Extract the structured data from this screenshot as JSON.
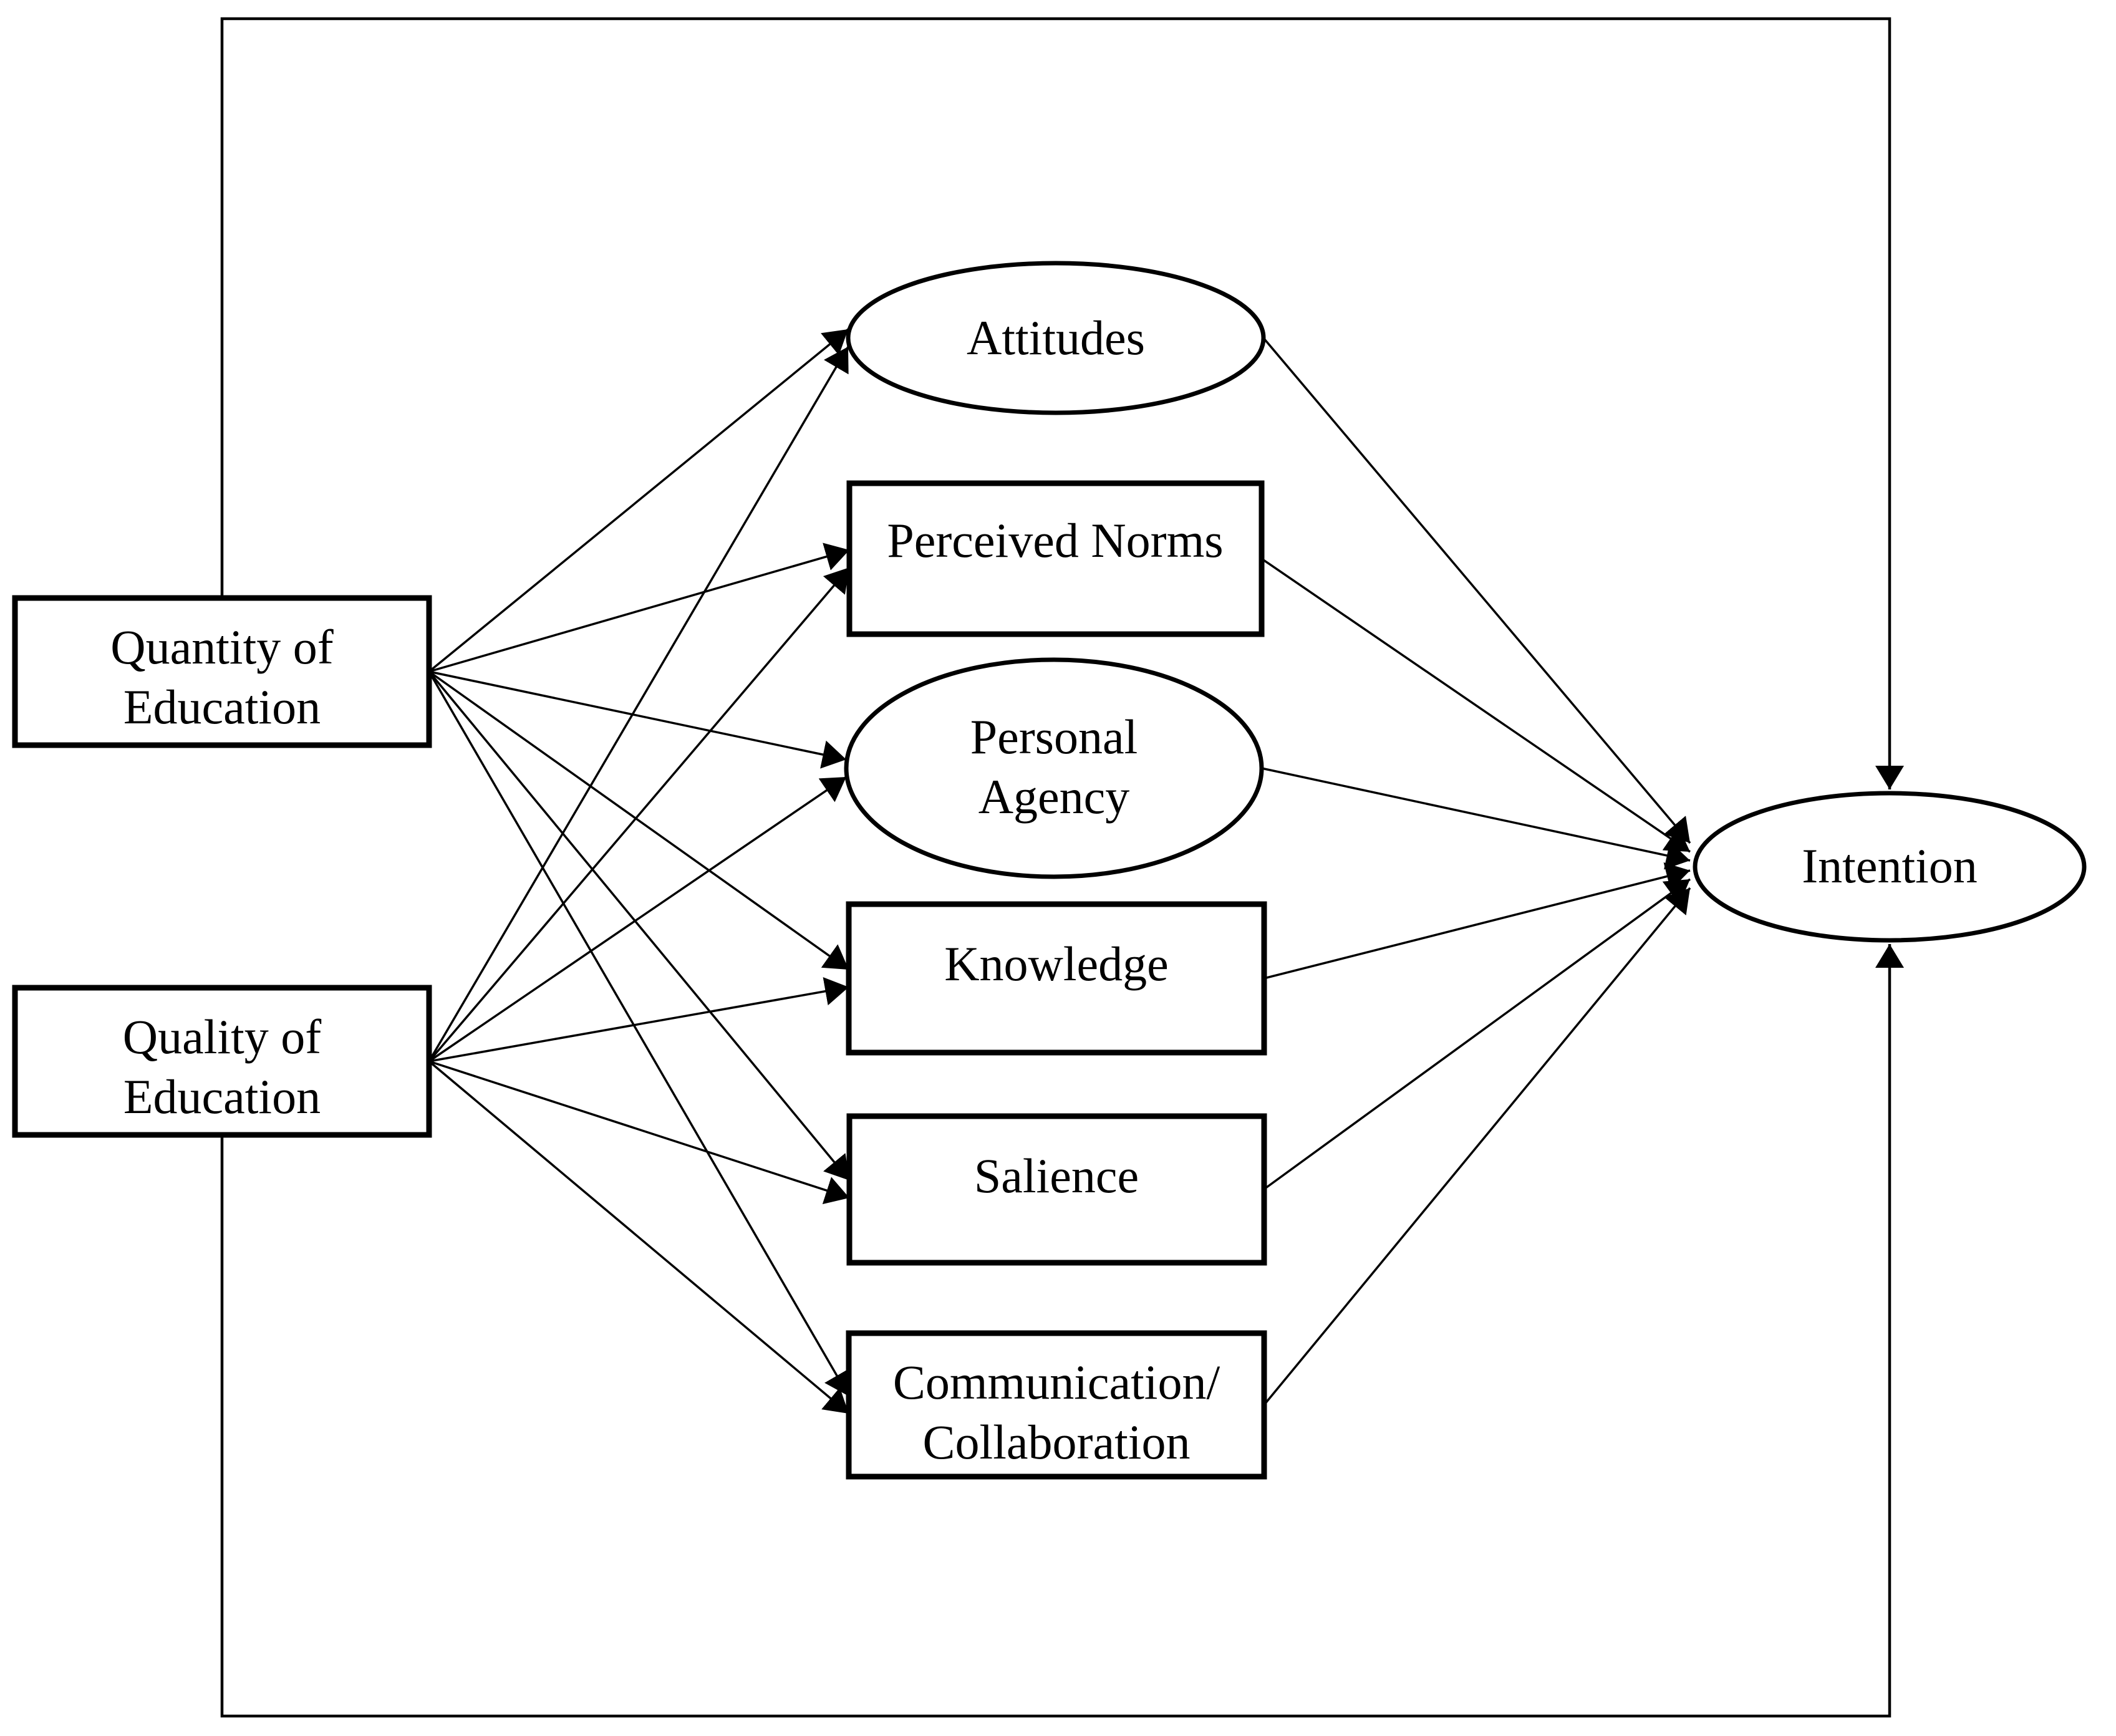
{
  "diagram": {
    "type": "path-model",
    "colors": {
      "ink": "#000000",
      "background": "#ffffff"
    },
    "nodes": {
      "quantity_of_education": {
        "shape": "rectangle",
        "label": "Quantity of Education",
        "lines": [
          "Quantity of",
          "Education"
        ]
      },
      "quality_of_education": {
        "shape": "rectangle",
        "label": "Quality of Education",
        "lines": [
          "Quality of",
          "Education"
        ]
      },
      "attitudes": {
        "shape": "ellipse",
        "label": "Attitudes",
        "lines": [
          "Attitudes"
        ]
      },
      "perceived_norms": {
        "shape": "rectangle",
        "label": "Perceived Norms",
        "lines": [
          "Perceived Norms"
        ]
      },
      "personal_agency": {
        "shape": "ellipse",
        "label": "Personal Agency",
        "lines": [
          "Personal",
          "Agency"
        ]
      },
      "knowledge": {
        "shape": "rectangle",
        "label": "Knowledge",
        "lines": [
          "Knowledge"
        ]
      },
      "salience": {
        "shape": "rectangle",
        "label": "Salience",
        "lines": [
          "Salience"
        ]
      },
      "communication_collaboration": {
        "shape": "rectangle",
        "label": "Communication/Collaboration",
        "lines": [
          "Communication/",
          "Collaboration"
        ]
      },
      "intention": {
        "shape": "ellipse",
        "label": "Intention",
        "lines": [
          "Intention"
        ]
      }
    },
    "edges": [
      {
        "from": "quantity_of_education",
        "to": "attitudes"
      },
      {
        "from": "quantity_of_education",
        "to": "perceived_norms"
      },
      {
        "from": "quantity_of_education",
        "to": "personal_agency"
      },
      {
        "from": "quantity_of_education",
        "to": "knowledge"
      },
      {
        "from": "quantity_of_education",
        "to": "salience"
      },
      {
        "from": "quantity_of_education",
        "to": "communication_collaboration"
      },
      {
        "from": "quality_of_education",
        "to": "attitudes"
      },
      {
        "from": "quality_of_education",
        "to": "perceived_norms"
      },
      {
        "from": "quality_of_education",
        "to": "personal_agency"
      },
      {
        "from": "quality_of_education",
        "to": "knowledge"
      },
      {
        "from": "quality_of_education",
        "to": "salience"
      },
      {
        "from": "quality_of_education",
        "to": "communication_collaboration"
      },
      {
        "from": "attitudes",
        "to": "intention"
      },
      {
        "from": "perceived_norms",
        "to": "intention"
      },
      {
        "from": "personal_agency",
        "to": "intention"
      },
      {
        "from": "knowledge",
        "to": "intention"
      },
      {
        "from": "salience",
        "to": "intention"
      },
      {
        "from": "communication_collaboration",
        "to": "intention"
      },
      {
        "from": "outer_frame_top",
        "to": "intention"
      },
      {
        "from": "outer_frame_bottom",
        "to": "intention"
      }
    ]
  }
}
